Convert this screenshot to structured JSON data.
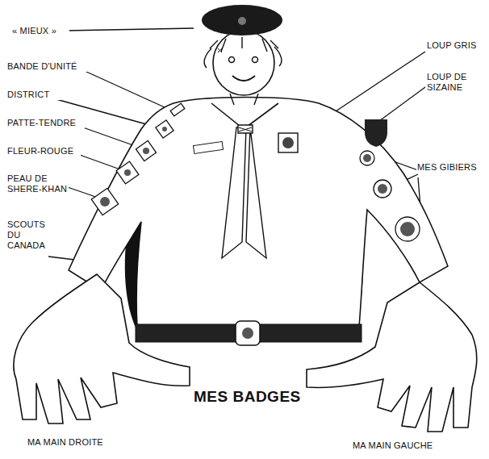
{
  "diagram": {
    "title": "MES BADGES",
    "labels": [
      "« MIEUX »",
      "BANDE D'UNITÉ",
      "DISTRICT",
      "PATTE-TENDRE",
      "FLEUR-ROUGE",
      "PEAU DE SHERE-KHAN",
      "SCOUTS DU CANADA",
      "LOUP GRIS",
      "LOUP DE SIZAINE",
      "MES GIBIERS",
      "MA MAIN DROITE",
      "MA MAIN GAUCHE"
    ]
  }
}
